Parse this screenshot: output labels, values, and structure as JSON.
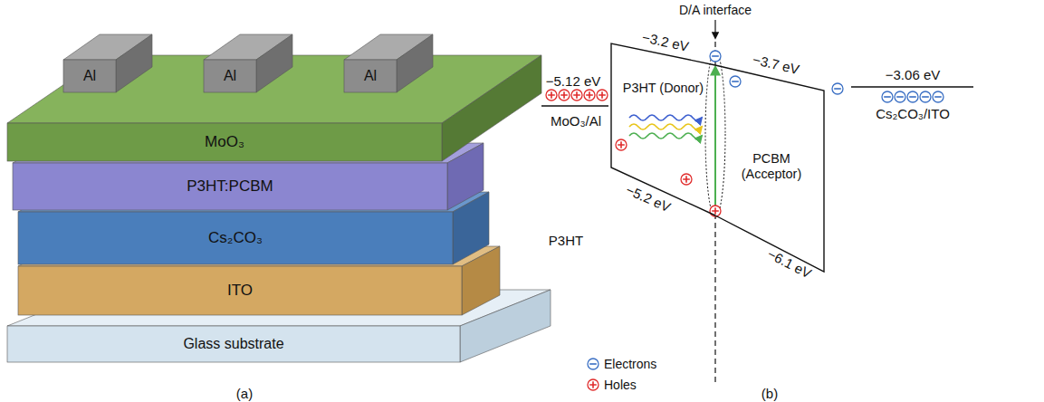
{
  "diagram": {
    "nodes": [
      {
        "text": [
          "MoO₃"
        ]
      },
      {
        "text": [
          "Al"
        ],
        "in": 0
      },
      {
        "text": [
          "Al"
        ],
        "in": 0
      },
      {
        "text": [
          "Al"
        ],
        "in": 0
      },
      {
        "text": [
          "P3HT:PCBM"
        ]
      },
      {
        "text": [
          "Cs₂CO₃"
        ]
      },
      {
        "text": [
          "ITO"
        ]
      },
      {
        "text": [
          "Glass substrate"
        ]
      },
      {
        "text": [
          "P3HT (Donor)"
        ]
      },
      {
        "text": [
          "PCBM (Acceptor)"
        ]
      }
    ],
    "labels": [
      "(a)",
      "(b)",
      "D/A interface",
      "−3.2 eV",
      "−3.7 eV",
      "−5.12 eV",
      "MoO₃/Al",
      "−3.06 eV",
      "Cs₂CO₃/ITO",
      "−5.2 eV",
      "−6.1 eV",
      "P3HT"
    ],
    "legend": [
      {
        "text": "Electrons"
      },
      {
        "text": "Holes"
      }
    ]
  }
}
